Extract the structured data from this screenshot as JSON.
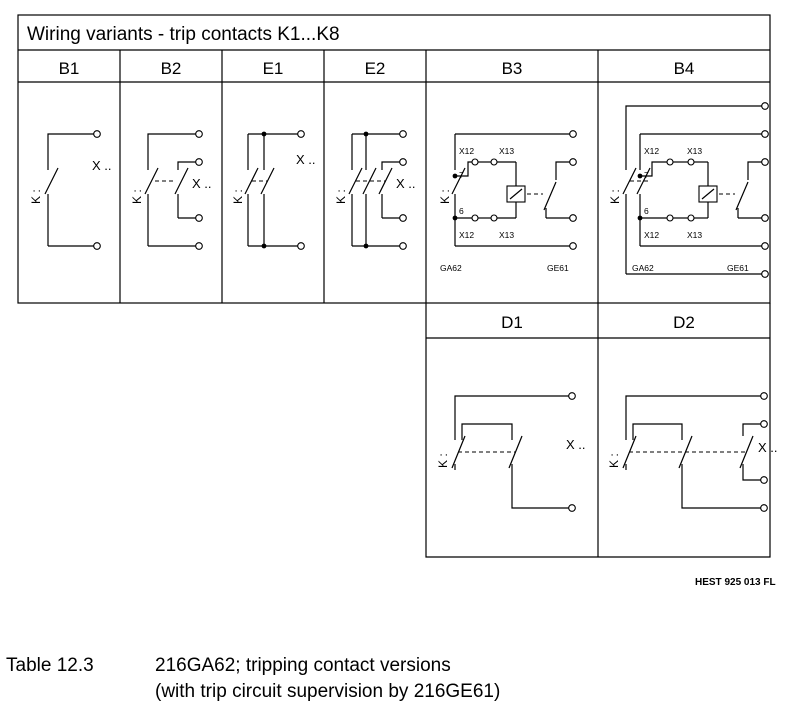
{
  "table": {
    "title": "Wiring variants - trip contacts K1...K8",
    "columns_top": [
      "B1",
      "B2",
      "E1",
      "E2",
      "B3",
      "B4"
    ],
    "columns_bottom": [
      "D1",
      "D2"
    ]
  },
  "labels": {
    "k": "K :",
    "x": "X ..",
    "x12": "X12",
    "x13": "X13",
    "pin7": "7",
    "pin6": "6",
    "ga62": "GA62",
    "ge61": "GE61"
  },
  "reference": "HEST 925 013 FL",
  "caption": {
    "number": "Table 12.3",
    "line1": "216GA62; tripping contact versions",
    "line2": "(with trip circuit supervision by 216GE61)"
  }
}
